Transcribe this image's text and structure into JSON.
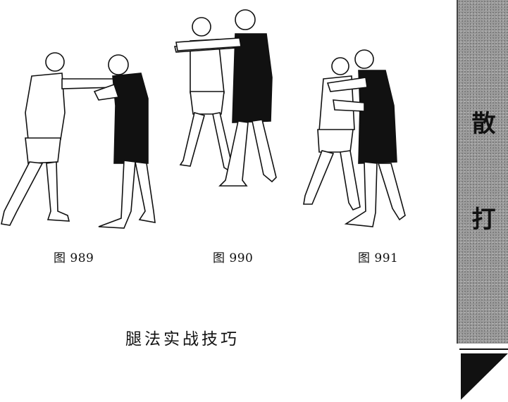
{
  "figures": [
    {
      "caption": "图 989"
    },
    {
      "caption": "图 990"
    },
    {
      "caption": "图 991"
    }
  ],
  "footer": {
    "title": "腿法实战技巧"
  },
  "side_tab": {
    "char_top": "散",
    "char_bottom": "打"
  },
  "colors": {
    "ink": "#111111",
    "tab_gray": "#9a9a9a",
    "paper": "#ffffff"
  }
}
